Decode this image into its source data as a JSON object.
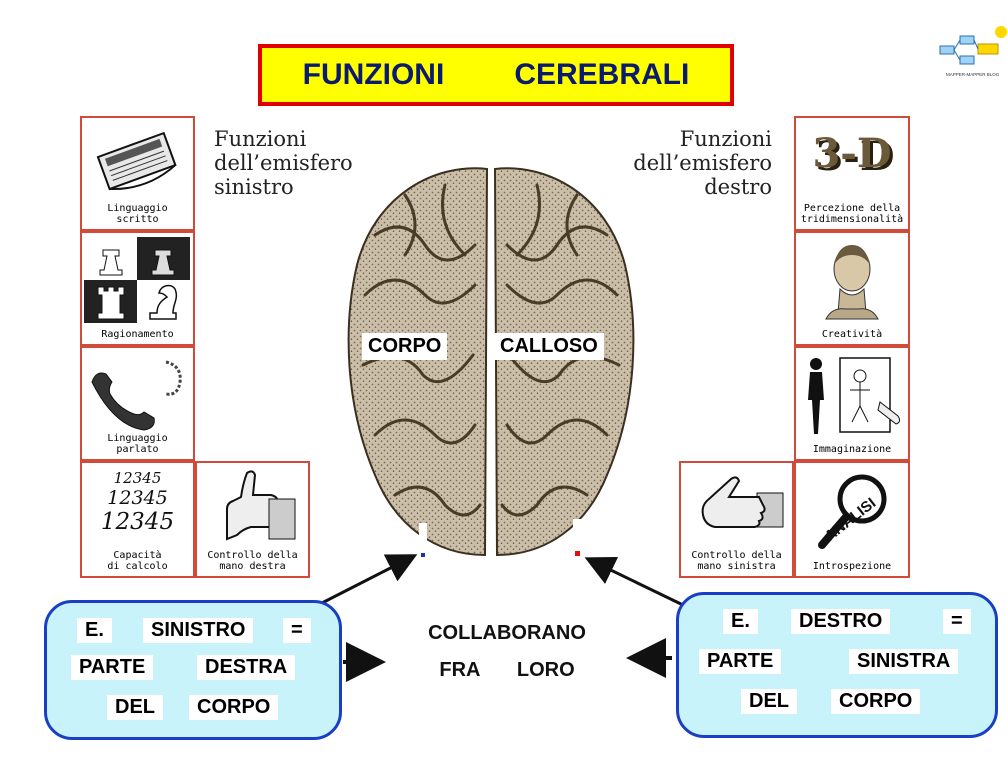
{
  "title": {
    "word1": "FUNZIONI",
    "word2": "CEREBRALI"
  },
  "logo": {
    "text": "MAPPER-MAPPER BLOG"
  },
  "left_hemisphere": {
    "title_lines": [
      "Funzioni",
      "dell’emisfero",
      "sinistro"
    ],
    "functions": [
      {
        "icon": "newspaper-icon",
        "label_lines": [
          "Linguaggio",
          "scritto"
        ]
      },
      {
        "icon": "chess-icon",
        "label_lines": [
          "Ragionamento"
        ]
      },
      {
        "icon": "telephone-icon",
        "label_lines": [
          "Linguaggio",
          "parlato"
        ]
      },
      {
        "icon": "numbers-icon",
        "numbers": [
          "12345",
          "12345",
          "12345"
        ],
        "label_lines": [
          "Capacità",
          "di calcolo"
        ]
      },
      {
        "icon": "right-hand-icon",
        "label_lines": [
          "Controllo della",
          "mano destra"
        ]
      }
    ]
  },
  "right_hemisphere": {
    "title_lines": [
      "Funzioni",
      "dell’emisfero",
      "destro"
    ],
    "functions": [
      {
        "icon": "3d-text-icon",
        "icon_text": "3-D",
        "label_lines": [
          "Percezione della",
          "tridimensionalità"
        ]
      },
      {
        "icon": "statue-head-icon",
        "label_lines": [
          "Creatività"
        ]
      },
      {
        "icon": "drawing-figure-icon",
        "label_lines": [
          "Immaginazione"
        ]
      },
      {
        "icon": "magnifier-icon",
        "icon_text": "ANALISI",
        "label_lines": [
          "Introspezione"
        ]
      },
      {
        "icon": "left-hand-icon",
        "label_lines": [
          "Controllo della",
          "mano sinistra"
        ]
      }
    ]
  },
  "brain": {
    "label_left": "CORPO",
    "label_right": "CALLOSO"
  },
  "left_box": {
    "row1": [
      "E.",
      "SINISTRO",
      "="
    ],
    "row2": [
      "PARTE",
      "DESTRA"
    ],
    "row3": [
      "DEL",
      "CORPO"
    ]
  },
  "right_box": {
    "row1": [
      "E.",
      "DESTRO",
      "="
    ],
    "row2": [
      "PARTE",
      "SINISTRA"
    ],
    "row3": [
      "DEL",
      "CORPO"
    ]
  },
  "center_text": {
    "line1": "COLLABORANO",
    "line2_a": "FRA",
    "line2_b": "LORO"
  },
  "colors": {
    "title_bg": "#ffff00",
    "title_border": "#e00000",
    "title_text": "#0a1a6e",
    "box_fill": "#c9f3fb",
    "box_border": "#1b3fc4",
    "tile_border": "#d24a3a",
    "marker_left": "#1b2fb5",
    "marker_right": "#e01010"
  }
}
